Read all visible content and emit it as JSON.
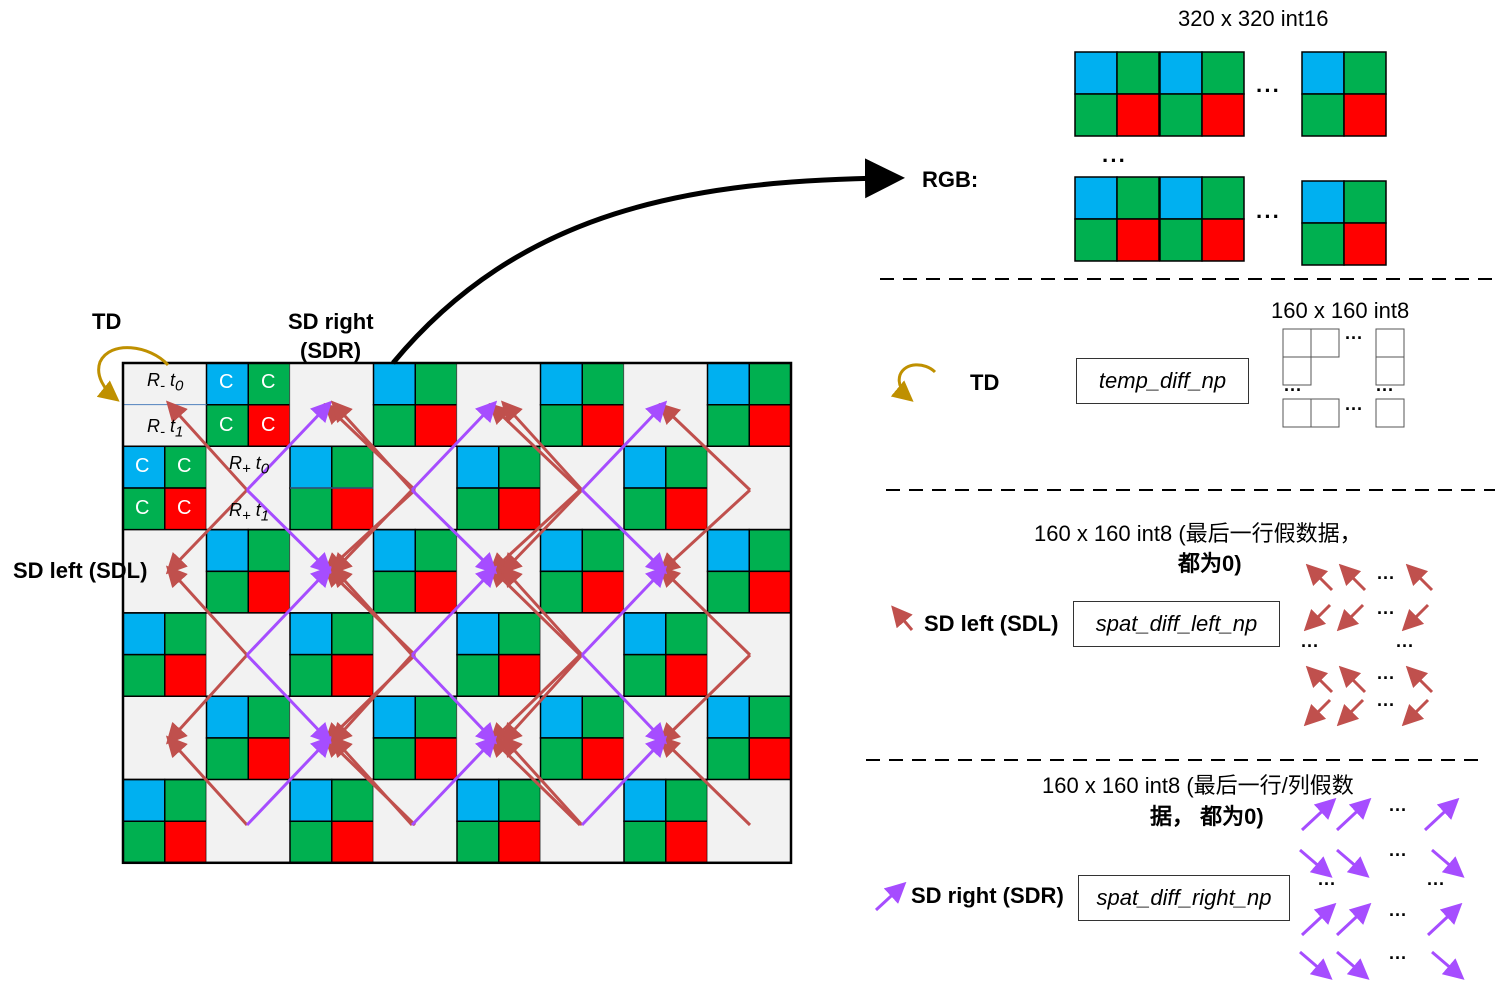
{
  "colors": {
    "blue": "#00B0F0",
    "green": "#00B050",
    "red": "#FF0000",
    "gray": "#F2F2F2",
    "td_arrow": "#BF9000",
    "sdl_arrow": "#C0504D",
    "sdr_arrow": "#A64DFF",
    "black": "#000000"
  },
  "grid": {
    "cols": 8,
    "rows": 6
  },
  "left": {
    "td_label": "TD",
    "sd_right_label_1": "SD right",
    "sd_right_label_2": "(SDR)",
    "sd_left_label": "SD left (SDL)",
    "cell_letter": "C",
    "r_minus": "R",
    "r_minus_sub": "-",
    "r_plus": "R",
    "r_plus_sub": "+",
    "t0": "t",
    "t0_sub": "0",
    "t1": "t",
    "t1_sub": "1"
  },
  "right": {
    "rgb_title": "320 x 320 int16",
    "rgb_label": "RGB:",
    "dots": "···",
    "td_title": "160 x 160 int8",
    "td_label": "TD",
    "td_box": "temp_diff_np",
    "sdl_title_1": "160 x 160 int8 (最后一行假数据，",
    "sdl_title_2": "都为0)",
    "sdl_label": "SD left (SDL)",
    "sdl_box": "spat_diff_left_np",
    "sdr_title_1": "160 x 160 int8 (最后一行/列假数",
    "sdr_title_2": "据，  都为0)",
    "sdr_label": "SD right (SDR)",
    "sdr_box": "spat_diff_right_np"
  }
}
